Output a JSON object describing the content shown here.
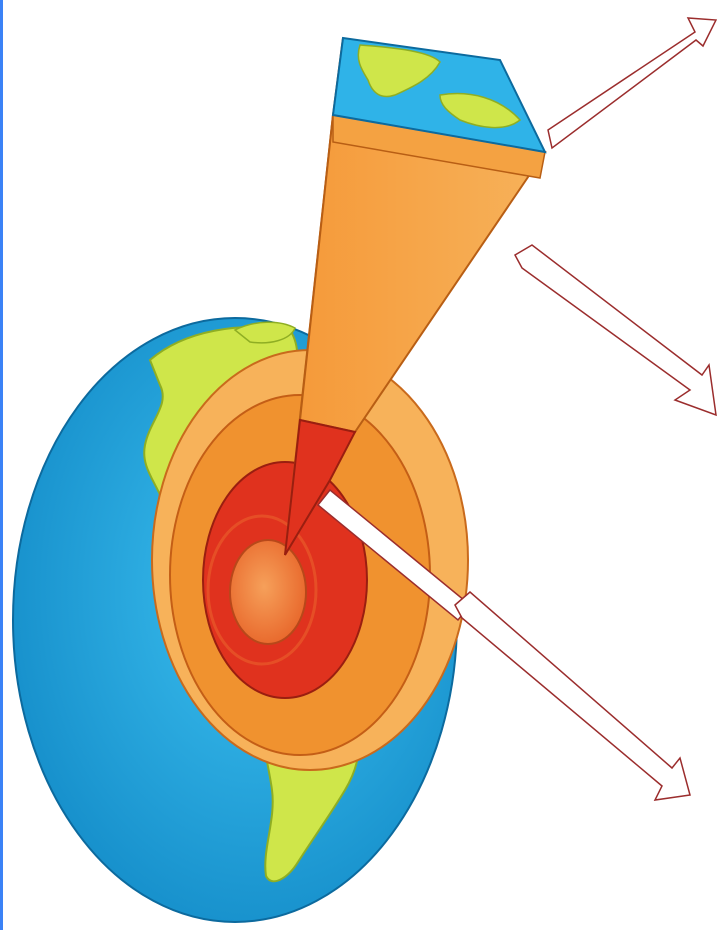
{
  "colors": {
    "ocean": "#1fa6e3",
    "ocean_dark": "#0f7fb8",
    "land": "#cfe64a",
    "land_dark": "#9ec02e",
    "crust": "#f7a84a",
    "mantle": "#f28a2e",
    "mantle_dark": "#d96a1c",
    "outer_core": "#e0321e",
    "inner_core": "#f07a35",
    "arrow_outline": "#9b2d2d",
    "frame": "#3b82f6"
  },
  "arrows": [
    {
      "name": "arrow-upper-right",
      "direction": "up-right"
    },
    {
      "name": "arrow-middle-right",
      "direction": "down-right"
    },
    {
      "name": "arrow-lower-right",
      "direction": "down-right"
    }
  ],
  "layers": [
    "crust",
    "mantle",
    "outer-core",
    "inner-core"
  ]
}
